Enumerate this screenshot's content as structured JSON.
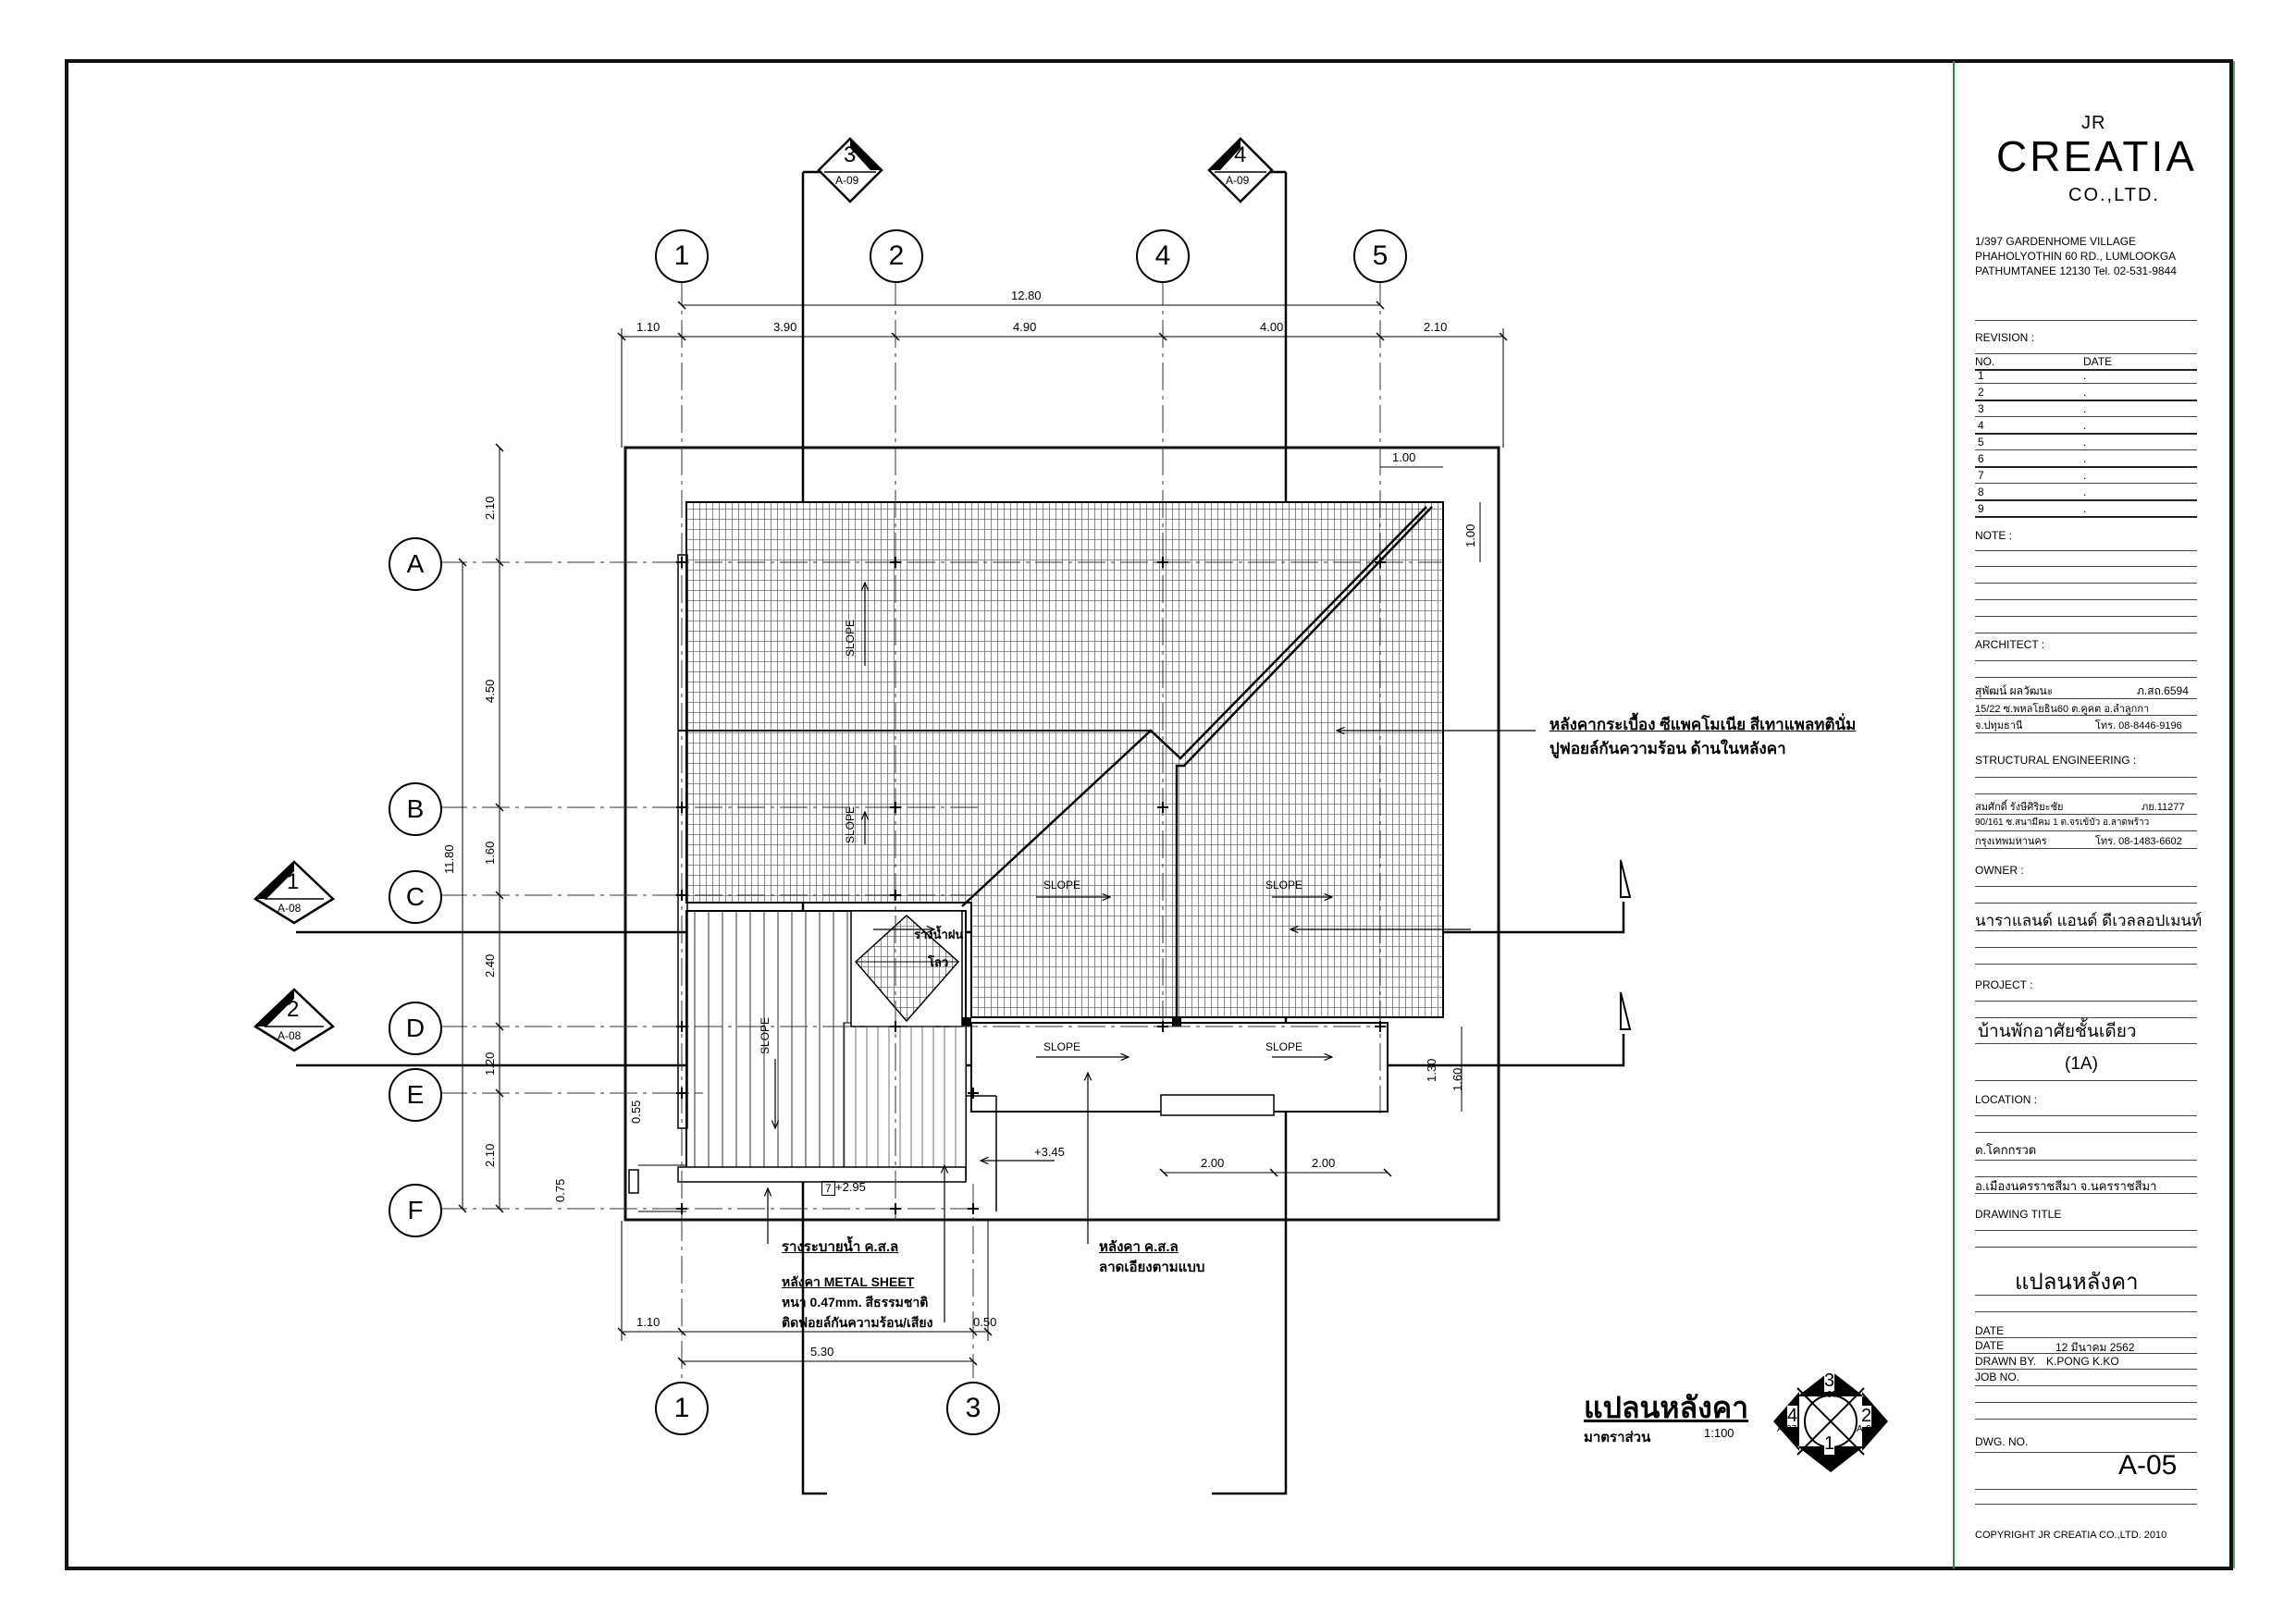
{
  "plan": {
    "grid_top": [
      "1",
      "2",
      "4",
      "5"
    ],
    "grid_bottom": [
      "1",
      "3"
    ],
    "grid_rows": [
      "A",
      "B",
      "C",
      "D",
      "E",
      "F"
    ],
    "section_top": [
      {
        "num": "3",
        "ref": "A-09"
      },
      {
        "num": "4",
        "ref": "A-09"
      }
    ],
    "section_left": [
      {
        "num": "1",
        "ref": "A-08"
      },
      {
        "num": "2",
        "ref": "A-08"
      }
    ],
    "dims_top_total": "12.80",
    "dims_top": [
      "1.10",
      "3.90",
      "4.90",
      "4.00",
      "2.10"
    ],
    "dims_left_total": "11.80",
    "dims_left": [
      "2.10",
      "4.50",
      "1.60",
      "2.40",
      "1.20",
      "2.10"
    ],
    "dims_bottom": [
      "1.10",
      "0.50"
    ],
    "dim_bottom_total": "5.30",
    "dim_corner_h": "1.00",
    "dim_corner_v": "1.00",
    "dim_right_a": "1.30",
    "dim_right_b": "1.60",
    "dim_flat_a": "2.00",
    "dim_flat_b": "2.00",
    "dim_left_a": "0.55",
    "dim_left_b": "0.75",
    "slope_labels": [
      "SLOPE",
      "SLOPE",
      "SLOPE",
      "SLOPE",
      "SLOPE",
      "SLOPE",
      "SLOPE"
    ],
    "level_a": "+3.45",
    "level_b": "+2.95",
    "level_b_tag": "7",
    "gutter_inner_1": "รางน้ำฝน",
    "gutter_inner_2": "โลว",
    "note_roof_1": "หลังคากระเบื้อง ซีแพคโมเนีย สีเทาแพลทตินั่ม",
    "note_roof_2": "ปูฟอยล์กันความร้อน ด้านในหลังคา",
    "note_gutter": "รางระบายน้ำ ค.ส.ล",
    "note_metal_1": "หลังคา METAL SHEET",
    "note_metal_2": "หนา 0.47mm. สีธรรมชาติ",
    "note_metal_3": "ติดฟอยล์กันความร้อน/เสียง",
    "note_concrete_1": "หลังคา ค.ส.ล",
    "note_concrete_2": "ลาดเอียงตามแบบ",
    "plan_title": "แปลนหลังคา",
    "plan_scale_label": "มาตราส่วน",
    "plan_scale": "1:100",
    "key_marks": [
      {
        "num": "3",
        "ref": "A-07"
      },
      {
        "num": "2",
        "ref": "A-06"
      },
      {
        "num": "1",
        "ref": "A-06"
      },
      {
        "num": "4",
        "ref": "A-07"
      }
    ]
  },
  "title_block": {
    "logo_jr": "JR",
    "logo_main": "CREATIA",
    "logo_co": "CO.,LTD.",
    "address_1": "1/397 GARDENHOME VILLAGE",
    "address_2": "PHAHOLYOTHIN 60 RD., LUMLOOKGA",
    "address_3": "PATHUMTANEE 12130 Tel. 02-531-9844",
    "revision_label": "REVISION :",
    "no_label": "NO.",
    "date_col_label": "DATE",
    "revision_rows": [
      "1",
      "2",
      "3",
      "4",
      "5",
      "6",
      "7",
      "8",
      "9"
    ],
    "revision_date_mark": ".",
    "note_label": "NOTE :",
    "architect_label": "ARCHITECT :",
    "architect_name": "สุพัฒน์ ผลวัฒนะ",
    "architect_license": "ภ.สถ.6594",
    "architect_addr_1": "15/22 ซ.พหลโยธิน60 ต.คูคต อ.ลำลูกกา",
    "architect_addr_2": "จ.ปทุมธานี",
    "architect_tel": "โทร. 08-8446-9196",
    "structural_label": "STRUCTURAL ENGINEERING :",
    "engineer_name": "สมศักดิ์ รังษีศิริยะชัย",
    "engineer_license": "ภย.11277",
    "engineer_addr_1": "90/161 ซ.สนามีคม 1 ต.จรเข้บัว อ.ลาดพร้าว",
    "engineer_addr_2": "กรุงเทพมหานคร",
    "engineer_tel": "โทร. 08-1483-6602",
    "owner_label": "OWNER :",
    "owner": "นาราแลนด์ แอนด์ ดีเวลลอปเมนท์",
    "project_label": "PROJECT :",
    "project_1": "บ้านพักอาศัยชั้นเดียว",
    "project_2": "(1A)",
    "location_label": "LOCATION :",
    "location_1": "ต.โคกกรวด",
    "location_2": "อ.เมืองนครราชสีมา จ.นครราชสีมา",
    "drawing_title_label": "DRAWING TITLE",
    "drawing_title": "แปลนหลังคา",
    "date_label_1": "DATE",
    "date_label_2": "DATE",
    "date_value": "12 มีนาคม 2562",
    "drawn_label": "DRAWN BY.",
    "drawn_value": "K.PONG K.KO",
    "job_label": "JOB NO.",
    "dwg_label": "DWG. NO.",
    "dwg_no": "A-05",
    "copyright": "COPYRIGHT JR CREATIA CO.,LTD.  2010"
  }
}
